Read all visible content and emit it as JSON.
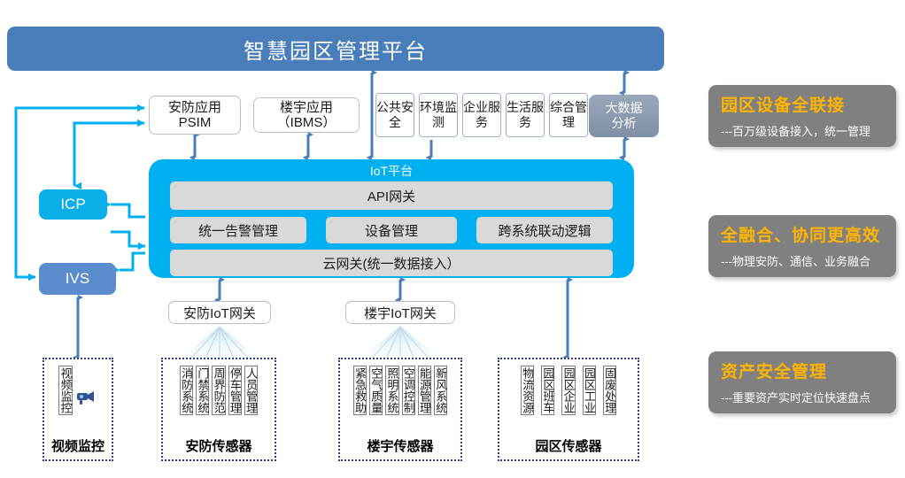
{
  "title": {
    "text": "智慧园区管理平台"
  },
  "apps": {
    "psim": "安防应用\nPSIM",
    "psim_line1": "安防应用",
    "psim_line2": "PSIM",
    "ibms": "楼宇应用（IBMS）",
    "mini": [
      "公共安全",
      "环境监测",
      "企业服务",
      "生活服务",
      "综合管理"
    ],
    "bigdata_line1": "大数据",
    "bigdata_line2": "分析"
  },
  "side": {
    "icp": "ICP",
    "ivs": "IVS"
  },
  "iot": {
    "title": "IoT平台",
    "api_gateway": "API网关",
    "alarm_management": "统一告警管理",
    "device_management": "设备管理",
    "cross_system_logic": "跨系统联动逻辑",
    "cloud_gateway": "云网关(统一数据接入）"
  },
  "gateways": {
    "security": "安防IoT网关",
    "building": "楼宇IoT网关"
  },
  "sensor_groups": [
    {
      "label": "视频监控",
      "items": [
        "视频监控"
      ],
      "icon": "video-camera-icon"
    },
    {
      "label": "安防传感器",
      "items": [
        "消防系统",
        "门禁系统",
        "周界防范",
        "停车管理",
        "人员管理"
      ]
    },
    {
      "label": "楼宇传感器",
      "items": [
        "紧急救助",
        "空气质量",
        "照明系统",
        "空调控制",
        "能源管理",
        "新风系统"
      ]
    },
    {
      "label": "园区传感器",
      "items": [
        "物流资源",
        "园区班车",
        "园区企业",
        "园区工业",
        "固废处理"
      ]
    }
  ],
  "callouts": [
    {
      "title": "园区设备全联接",
      "sub": "---百万级设备接入，统一管理"
    },
    {
      "title": "全融合、协同更高效",
      "sub": "---物理安防、通信、业务融合"
    },
    {
      "title": "资产安全管理",
      "sub": "---重要资产实时定位快速盘点"
    }
  ],
  "colors": {
    "banner_blue": "#4a7ebb",
    "iot_cyan": "#00b0f0",
    "icp_cyan": "#0aaee8",
    "ivs_blue": "#5b8ccd",
    "inner_gray": "#d9d9d9",
    "callout_gray": "#808080",
    "callout_title_orange": "#ffb400",
    "arrow_blue": "#4a7ebb",
    "connector_cyan": "#00b0f0"
  }
}
